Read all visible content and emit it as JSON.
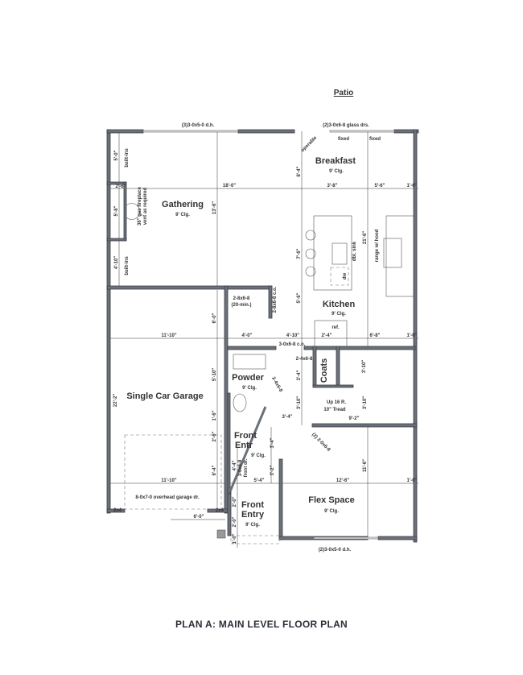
{
  "title": "PLAN A: MAIN LEVEL FLOOR PLAN",
  "patio": "Patio",
  "rooms": {
    "breakfast": {
      "name": "Breakfast",
      "ceiling": "9' Clg."
    },
    "gathering": {
      "name": "Gathering",
      "ceiling": "9' Clg."
    },
    "kitchen": {
      "name": "Kitchen",
      "ceiling": "9' Clg."
    },
    "powder": {
      "name": "Powder",
      "ceiling": "9' Clg."
    },
    "garage": {
      "name": "Single Car Garage"
    },
    "front_entr": {
      "name1": "Front",
      "name2": "Entr",
      "ceiling": "9' Clg."
    },
    "front_entry": {
      "name1": "Front",
      "name2": "Entry",
      "ceiling": "9' Clg."
    },
    "flex": {
      "name": "Flex Space",
      "ceiling": "9' Clg."
    },
    "coats": {
      "name": "Coats"
    }
  },
  "notes": {
    "windows_gathering": "(3)3-0x5-0 d.h.",
    "glass_doors": "(2)3-0x6-8 glass drs.",
    "operable": "operable",
    "fixed1": "fixed",
    "fixed2": "fixed",
    "builtins_top": "built-ins",
    "builtins_bottom": "built-ins",
    "fireplace1": "36\" gas fireplace",
    "fireplace2": "vent as required",
    "dbl_sink": "dbl. sink",
    "range": "range w/ hood",
    "dw": "dw",
    "ref": "ref.",
    "garage_door_small1": "2-8x6-8",
    "garage_door_small2": "(20-min.)",
    "co_door": "2-8x6-8 c.o.",
    "co_door2": "3-0x6-8 c.o.",
    "coats_door": "2-4x6-8",
    "powder_door": "2-4x6-8",
    "stairs1": "Up 16 R.",
    "stairs2": "10\" Tread",
    "flex_doors": "(2) 2-0x6-8",
    "front_door": "3-0x6-8",
    "front_door2": "front dr.",
    "overhead_door": "8-0x7-0 overhead garage dr.",
    "post1": "2x4",
    "post2": "2x4",
    "flex_windows": "(2)3-0x5-0 d.h."
  },
  "dimensions": {
    "d18_0": "18'-0\"",
    "d3_8": "3'-8\"",
    "d5_6a": "5'-6\"",
    "d1_0a": "1'-0\"",
    "d5_0": "5'-0\"",
    "d2_6a": "2'-6\"",
    "d5_8": "5'-8\"",
    "d4_10a": "4'-10\"",
    "d13_6": "13'-6\"",
    "d8_4": "8'-4\"",
    "d7_6": "7'-6\"",
    "d5_6b": "5'-6\"",
    "d21_6": "21'-6\"",
    "d2_4": "2'-4\"",
    "d6_8": "6'-8\"",
    "d1_0b": "1'-0\"",
    "d6_0a": "6'-0\"",
    "d11_10a": "11'-10\"",
    "d4_0": "4'-0\"",
    "d4_10b": "4'-10\"",
    "d3_4a": "3'-4\"",
    "d3_10a": "3'-10\"",
    "d5_10": "5'-10\"",
    "d22_2": "22'-2\"",
    "d3_10b": "3'-10\"",
    "d9_2": "9'-2\"",
    "d3_10c": "3'-10\"",
    "d3_4b": "3'-4\"",
    "d1_6": "1'-6\"",
    "d2_6b": "2'-6\"",
    "d3_4c": "3'-4\"",
    "d6_4": "6'-4\"",
    "d4_4": "4'-4\"",
    "d3_2": "3'-2\"",
    "d5_4": "5'-4\"",
    "d11_10b": "11'-10\"",
    "d12_6": "12'-6\"",
    "d11_6": "11'-6\"",
    "d1_0c": "1'-0\"",
    "d6_0b": "6'-0\"",
    "d2_0a": "2'-0\"",
    "d2_0b": "2'-0\"",
    "d1_0d": "1'-0\""
  }
}
